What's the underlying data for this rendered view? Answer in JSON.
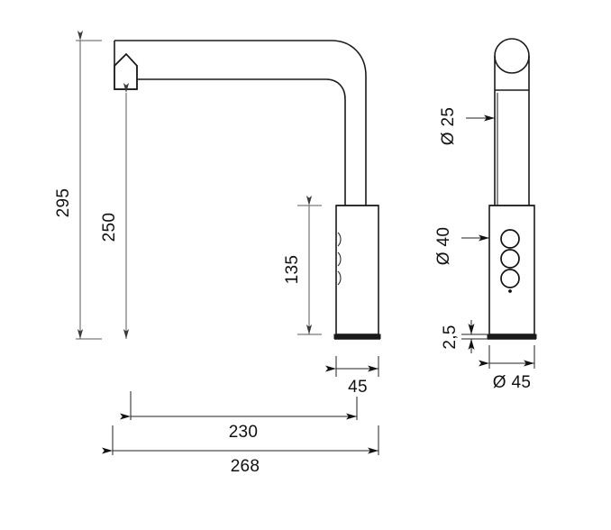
{
  "document": {
    "type": "technical-drawing",
    "subject": "electronic sensor basin mixer tap",
    "views": [
      "side-view",
      "front-view"
    ],
    "background_color": "#ffffff",
    "line_color": "#1a1a1a",
    "dimension_color": "#5a5a5a"
  },
  "dimensions": {
    "overall_height": {
      "value": "295",
      "label": "295",
      "orientation": "vertical",
      "view": "side-view",
      "description": "total height from base to top of spout"
    },
    "spout_height": {
      "value": "250",
      "label": "250",
      "orientation": "vertical",
      "view": "side-view",
      "description": "height from base to spout outlet"
    },
    "body_height": {
      "value": "135",
      "label": "135",
      "orientation": "vertical",
      "view": "side-view",
      "description": "height of cylindrical body"
    },
    "body_width": {
      "value": "45",
      "label": "45",
      "orientation": "horizontal",
      "view": "side-view",
      "description": "width of cylindrical body"
    },
    "spout_reach": {
      "value": "230",
      "label": "230",
      "orientation": "horizontal",
      "view": "side-view",
      "description": "reach from body centre to spout outlet"
    },
    "overall_depth": {
      "value": "268",
      "label": "268",
      "orientation": "horizontal",
      "view": "side-view",
      "description": "total projection depth"
    },
    "spout_diameter": {
      "value": "25",
      "label": "Ø 25",
      "symbol": "Ø",
      "orientation": "vertical-text",
      "view": "front-view",
      "description": "diameter of spout tube"
    },
    "body_diameter_upper": {
      "value": "40",
      "label": "Ø 40",
      "symbol": "Ø",
      "orientation": "vertical-text",
      "view": "front-view",
      "description": "diameter of upper body"
    },
    "base_thickness": {
      "value": "2,5",
      "label": "2,5",
      "orientation": "vertical-text",
      "view": "front-view",
      "description": "thickness of base washer plate"
    },
    "base_diameter": {
      "value": "45",
      "label": "Ø 45",
      "symbol": "Ø",
      "orientation": "horizontal",
      "view": "front-view",
      "description": "diameter of base plate"
    }
  },
  "features": {
    "side_view": {
      "name": "side-view",
      "aerator_label": "aerator-outlet",
      "body_label": "cylindrical-body",
      "spout_label": "swan-neck-spout",
      "base_label": "base-plate"
    },
    "front_view": {
      "name": "front-view",
      "spout_top_label": "spout-outlet-circle",
      "buttons": [
        {
          "id": "button-1",
          "shape": "circle"
        },
        {
          "id": "button-2",
          "shape": "circle"
        },
        {
          "id": "button-3",
          "shape": "circle"
        }
      ],
      "indicator_label": "sensor-indicator-dot",
      "base_label": "base-plate"
    }
  },
  "icons": {
    "diameter_symbol": "Ø",
    "arrow": "arrow-head"
  }
}
